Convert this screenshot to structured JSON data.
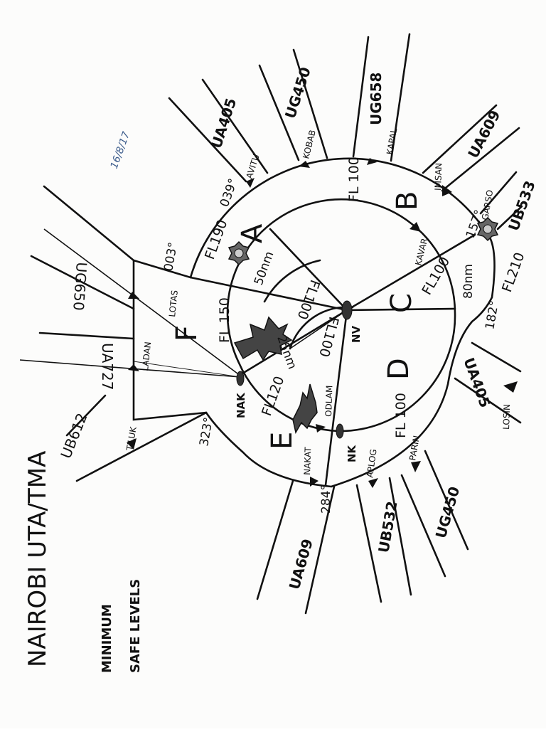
{
  "title": "NAIROBI UTA/TMA",
  "subtitle_line1": "MINIMUM",
  "subtitle_line2": "SAFE LEVELS",
  "handwritten_note": "16/8/17",
  "zones": {
    "a": "A",
    "b": "B",
    "c": "C",
    "d": "D",
    "e": "E",
    "f": "F"
  },
  "levels": {
    "fl190": "FL190",
    "fl100_b": "FL 100",
    "fl100_a_inner": "FL100",
    "fl100_c": "FL100",
    "fl100_d": "FL 100",
    "fl100_center": "FL100",
    "fl150": "FL 150",
    "fl120": "FL120",
    "fl210": "FL210"
  },
  "distances": {
    "d50": "50nm",
    "d80": "80nm",
    "d25": "25nm"
  },
  "bearings": {
    "b039": "039°",
    "b003": "003°",
    "b157": "157°",
    "b182": "182°",
    "b284": "284°",
    "b323": "323°"
  },
  "navaids": {
    "nv": "NV",
    "nak": "NAK",
    "nk": "NK"
  },
  "routes": {
    "ua405_n": "UA405",
    "ug450_n": "UG450",
    "ug658": "UG658",
    "ua609_ne": "UA609",
    "ub533": "UB533",
    "ua405_s": "UA405",
    "ug450_s": "UG450",
    "ub532": "UB532",
    "ua609_w": "UA609",
    "ub612": "UB612",
    "ua727": "UA727",
    "ug650": "UG650"
  },
  "fixes": {
    "avitu": "AVITU",
    "kobab": "KOBAB",
    "kapal": "KAPAL",
    "imsan": "IMSAN",
    "garso": "GARSO",
    "kavar": "KAVAR",
    "losin": "LOSIN",
    "parin": "PARIN",
    "aplog": "APLOG",
    "nakat": "NAKAT",
    "odlam": "ODLAM",
    "tiluk": "TILUK",
    "ladan": "LADAN",
    "lotas": "LOTAS"
  }
}
